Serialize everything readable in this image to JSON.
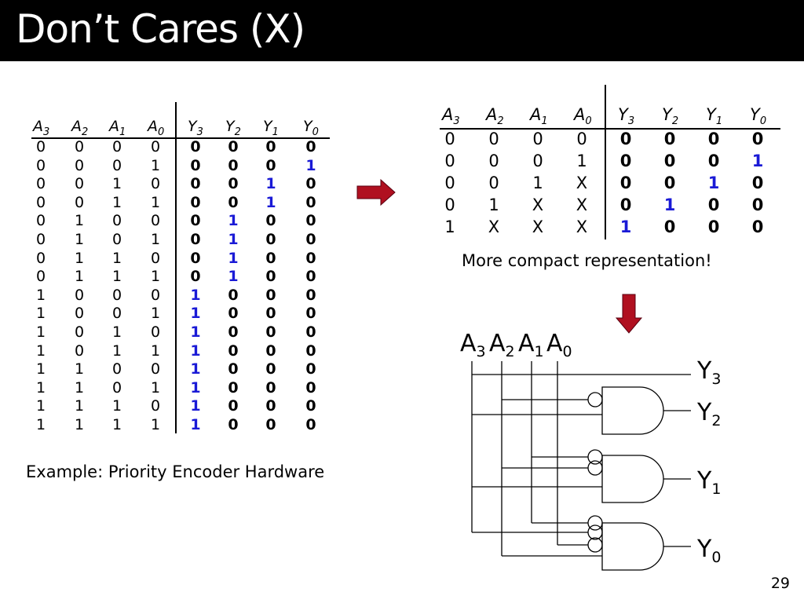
{
  "title": "Don’t Cares (X)",
  "left_table": {
    "headers": [
      {
        "l": "A",
        "s": "3"
      },
      {
        "l": "A",
        "s": "2"
      },
      {
        "l": "A",
        "s": "1"
      },
      {
        "l": "A",
        "s": "0"
      },
      {
        "l": "Y",
        "s": "3"
      },
      {
        "l": "Y",
        "s": "2"
      },
      {
        "l": "Y",
        "s": "1"
      },
      {
        "l": "Y",
        "s": "0"
      }
    ],
    "rows": [
      [
        "0",
        "0",
        "0",
        "0",
        "0",
        "0",
        "0",
        "0"
      ],
      [
        "0",
        "0",
        "0",
        "1",
        "0",
        "0",
        "0",
        "1"
      ],
      [
        "0",
        "0",
        "1",
        "0",
        "0",
        "0",
        "1",
        "0"
      ],
      [
        "0",
        "0",
        "1",
        "1",
        "0",
        "0",
        "1",
        "0"
      ],
      [
        "0",
        "1",
        "0",
        "0",
        "0",
        "1",
        "0",
        "0"
      ],
      [
        "0",
        "1",
        "0",
        "1",
        "0",
        "1",
        "0",
        "0"
      ],
      [
        "0",
        "1",
        "1",
        "0",
        "0",
        "1",
        "0",
        "0"
      ],
      [
        "0",
        "1",
        "1",
        "1",
        "0",
        "1",
        "0",
        "0"
      ],
      [
        "1",
        "0",
        "0",
        "0",
        "1",
        "0",
        "0",
        "0"
      ],
      [
        "1",
        "0",
        "0",
        "1",
        "1",
        "0",
        "0",
        "0"
      ],
      [
        "1",
        "0",
        "1",
        "0",
        "1",
        "0",
        "0",
        "0"
      ],
      [
        "1",
        "0",
        "1",
        "1",
        "1",
        "0",
        "0",
        "0"
      ],
      [
        "1",
        "1",
        "0",
        "0",
        "1",
        "0",
        "0",
        "0"
      ],
      [
        "1",
        "1",
        "0",
        "1",
        "1",
        "0",
        "0",
        "0"
      ],
      [
        "1",
        "1",
        "1",
        "0",
        "1",
        "0",
        "0",
        "0"
      ],
      [
        "1",
        "1",
        "1",
        "1",
        "1",
        "0",
        "0",
        "0"
      ]
    ]
  },
  "right_table": {
    "headers": [
      {
        "l": "A",
        "s": "3"
      },
      {
        "l": "A",
        "s": "2"
      },
      {
        "l": "A",
        "s": "1"
      },
      {
        "l": "A",
        "s": "0"
      },
      {
        "l": "Y",
        "s": "3"
      },
      {
        "l": "Y",
        "s": "2"
      },
      {
        "l": "Y",
        "s": "1"
      },
      {
        "l": "Y",
        "s": "0"
      }
    ],
    "rows": [
      [
        "0",
        "0",
        "0",
        "0",
        "0",
        "0",
        "0",
        "0"
      ],
      [
        "0",
        "0",
        "0",
        "1",
        "0",
        "0",
        "0",
        "1"
      ],
      [
        "0",
        "0",
        "1",
        "X",
        "0",
        "0",
        "1",
        "0"
      ],
      [
        "0",
        "1",
        "X",
        "X",
        "0",
        "1",
        "0",
        "0"
      ],
      [
        "1",
        "X",
        "X",
        "X",
        "1",
        "0",
        "0",
        "0"
      ]
    ]
  },
  "caption_compact": "More compact representation!",
  "caption_example": "Example: Priority Encoder Hardware",
  "circuit": {
    "inputs": [
      {
        "l": "A",
        "s": "3"
      },
      {
        "l": "A",
        "s": "2"
      },
      {
        "l": "A",
        "s": "1"
      },
      {
        "l": "A",
        "s": "0"
      }
    ],
    "outputs": [
      {
        "l": "Y",
        "s": "3"
      },
      {
        "l": "Y",
        "s": "2"
      },
      {
        "l": "Y",
        "s": "1"
      },
      {
        "l": "Y",
        "s": "0"
      }
    ]
  },
  "colors": {
    "blue": "#1a1ad6",
    "arrow": "#b01020",
    "title_bg": "#000000"
  },
  "page_number": "29"
}
